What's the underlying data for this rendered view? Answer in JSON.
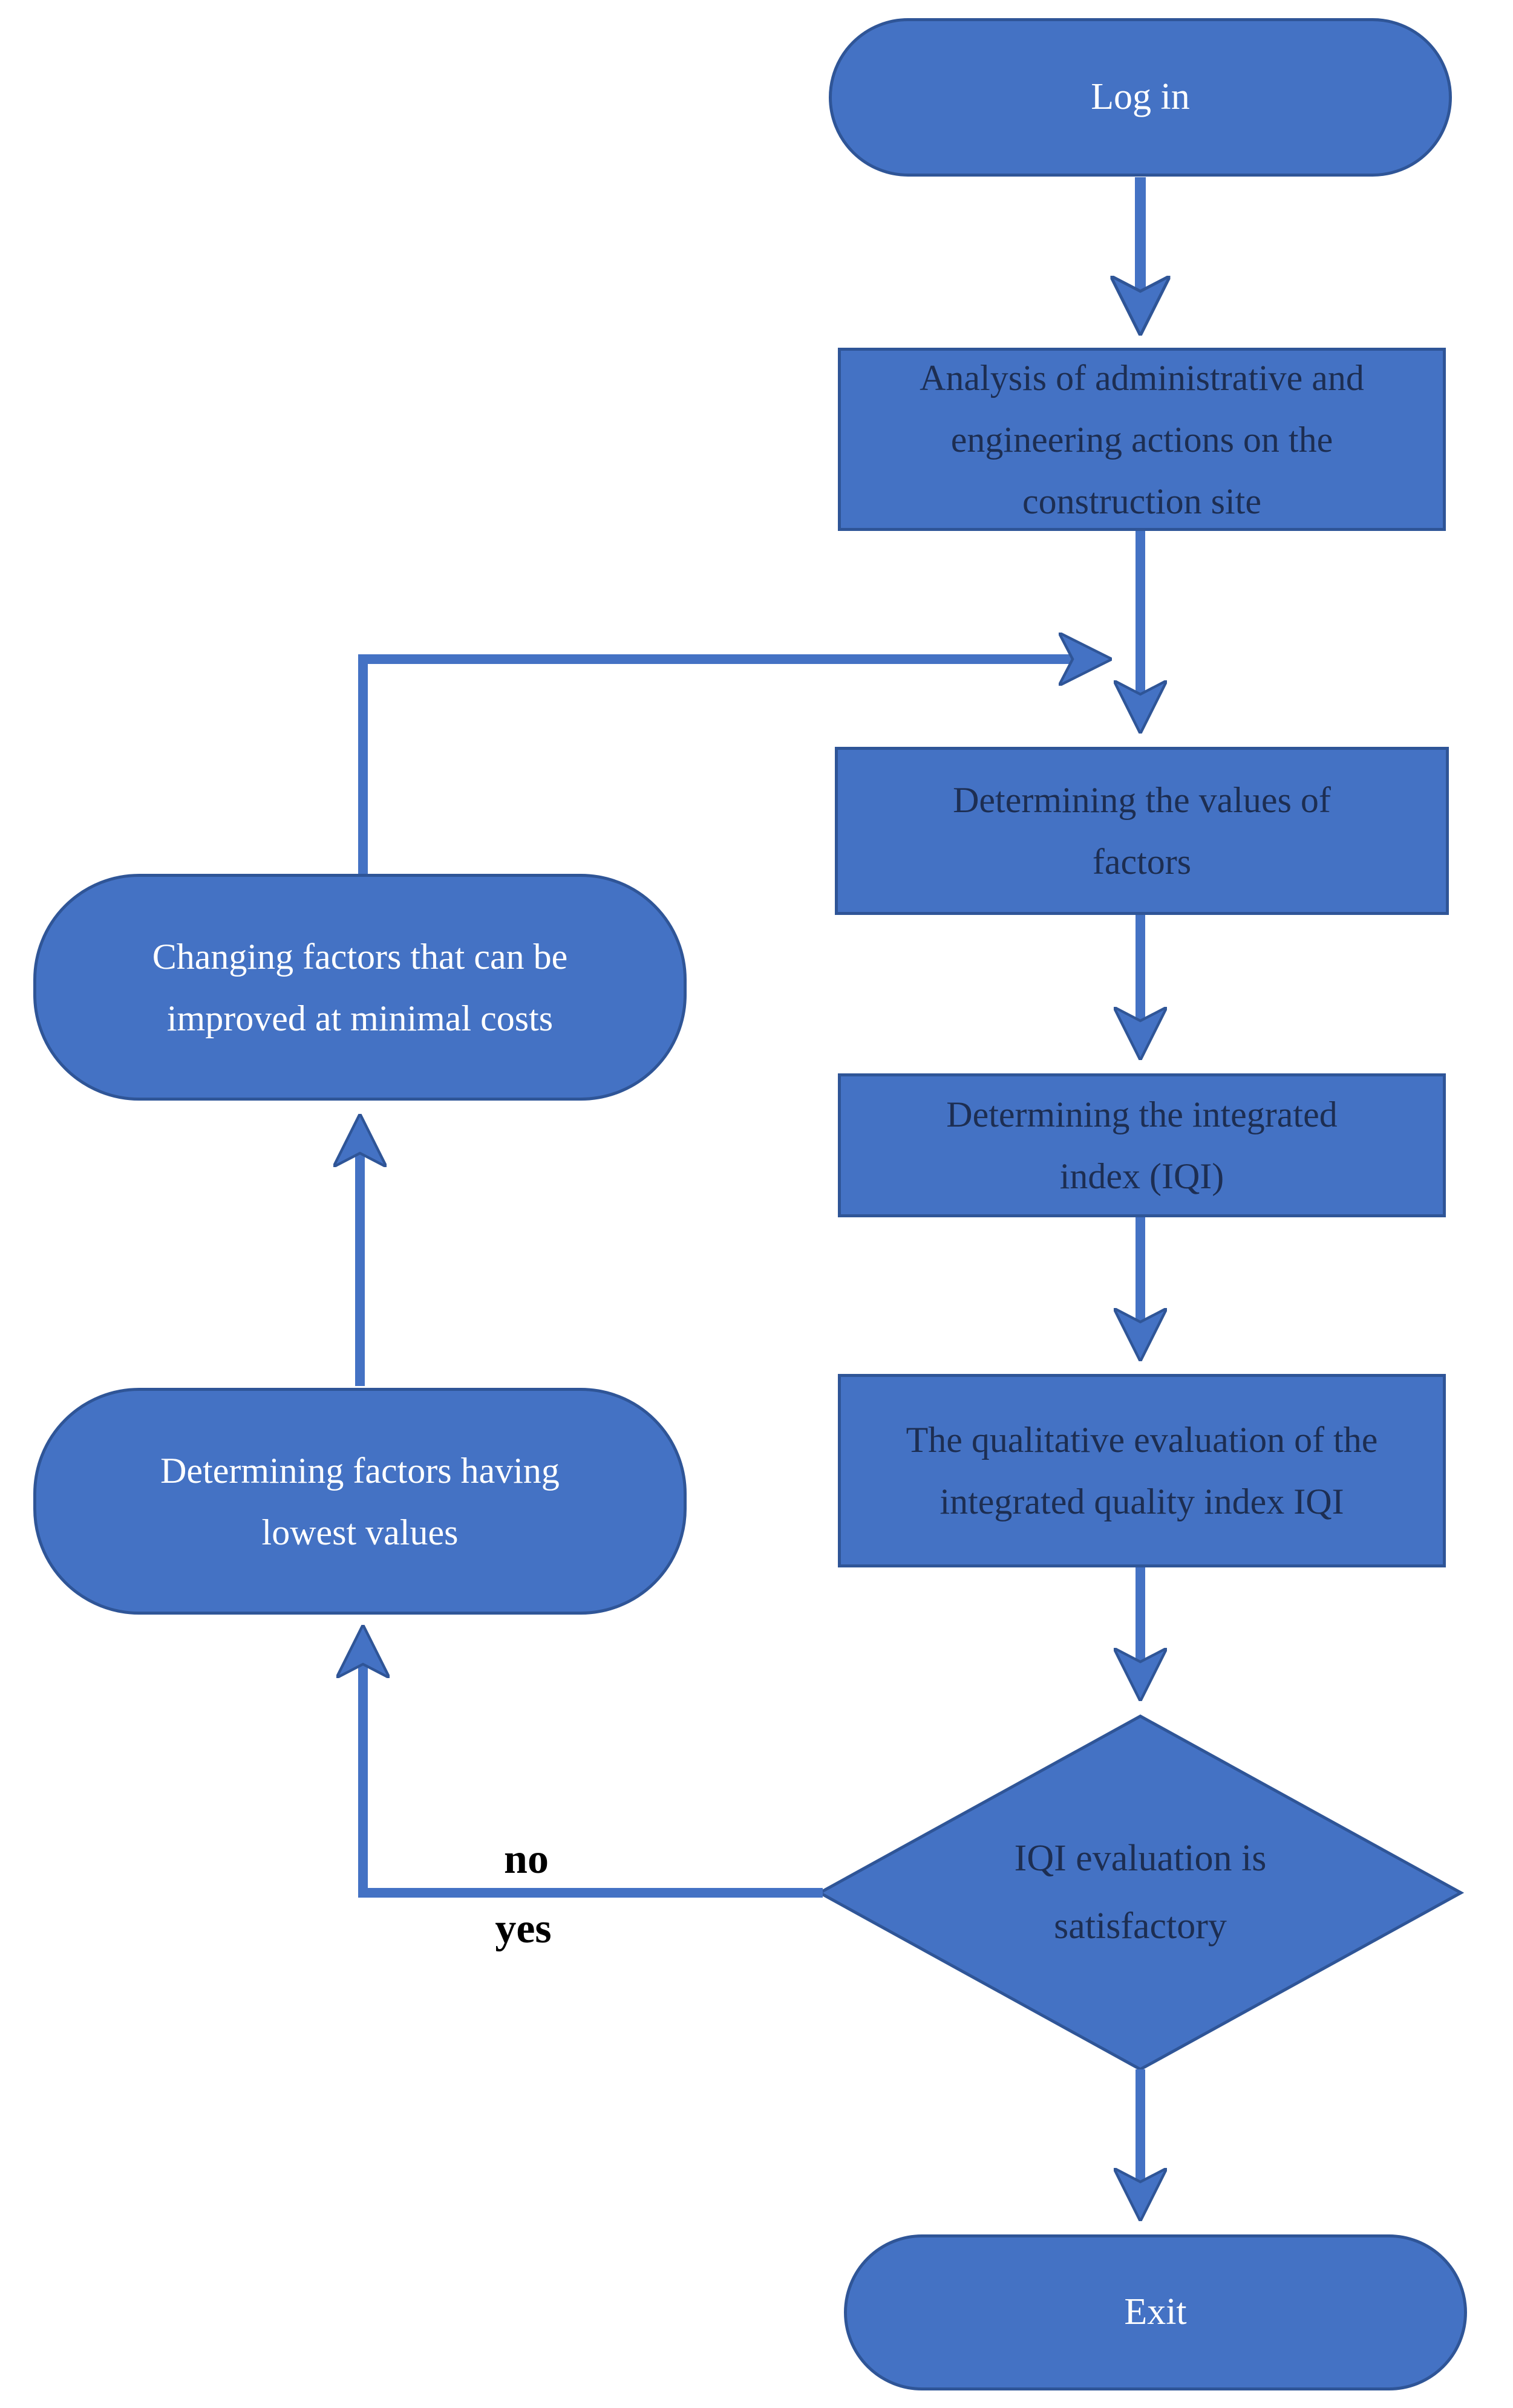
{
  "figure": {
    "type": "flowchart",
    "background": "#ffffff",
    "shape_fill": "#4472C4",
    "shape_border": "#2F5597",
    "dark_text_color": "#1d2e52",
    "light_text_color": "#ffffff",
    "edge_color": "#4472C4"
  },
  "nodes": {
    "login": {
      "label": "Log in",
      "shape": "terminator"
    },
    "analysis": {
      "label": "Analysis of administrative and engineering actions on the construction site",
      "shape": "process"
    },
    "values": {
      "label": "Determining the values of factors",
      "shape": "process"
    },
    "iqi": {
      "label": "Determining the integrated index (IQI)",
      "shape": "process"
    },
    "qualitative": {
      "label": "The qualitative evaluation of the integrated quality index IQI",
      "shape": "process"
    },
    "decision": {
      "label": "IQI evaluation is satisfactory",
      "shape": "decision"
    },
    "exit": {
      "label": "Exit",
      "shape": "terminator"
    },
    "changing": {
      "label": "Changing factors that can be improved at minimal costs",
      "shape": "terminator"
    },
    "lowest": {
      "label": "Determining factors having lowest values",
      "shape": "terminator"
    }
  },
  "edge_labels": {
    "no": "no",
    "yes": "yes"
  },
  "edges": [
    {
      "from": "login",
      "to": "analysis",
      "label": ""
    },
    {
      "from": "analysis",
      "to": "values",
      "label": ""
    },
    {
      "from": "values",
      "to": "iqi",
      "label": ""
    },
    {
      "from": "iqi",
      "to": "qualitative",
      "label": ""
    },
    {
      "from": "qualitative",
      "to": "decision",
      "label": ""
    },
    {
      "from": "decision",
      "to": "exit",
      "label": "yes"
    },
    {
      "from": "decision",
      "to": "lowest",
      "label": "no"
    },
    {
      "from": "lowest",
      "to": "changing",
      "label": ""
    },
    {
      "from": "changing",
      "to": "values",
      "label": ""
    }
  ]
}
